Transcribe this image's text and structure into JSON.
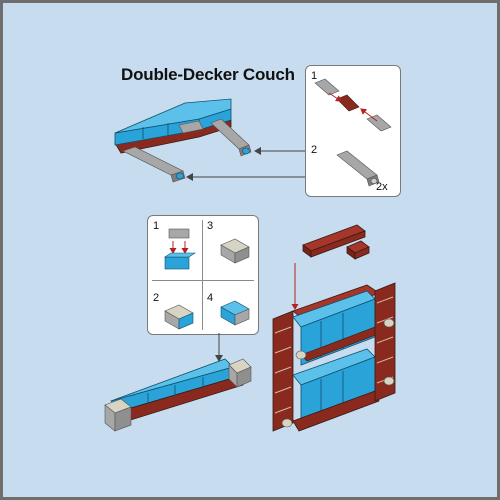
{
  "title": "Double-Decker Couch",
  "callout_top": {
    "steps": [
      "1",
      "2"
    ],
    "multiplier": "2x"
  },
  "callout_bottom": {
    "steps": [
      "1",
      "2",
      "3",
      "4"
    ]
  },
  "colors": {
    "background": "#c7dcee",
    "brick_blue": "#2aa3d8",
    "brick_gray": "#a7a7a7",
    "brick_dark_gray": "#6b6b6b",
    "brick_red": "#8a2a1e",
    "brick_tan": "#d8d4c4",
    "arrow": "#444444",
    "red_arrow": "#b22222"
  }
}
